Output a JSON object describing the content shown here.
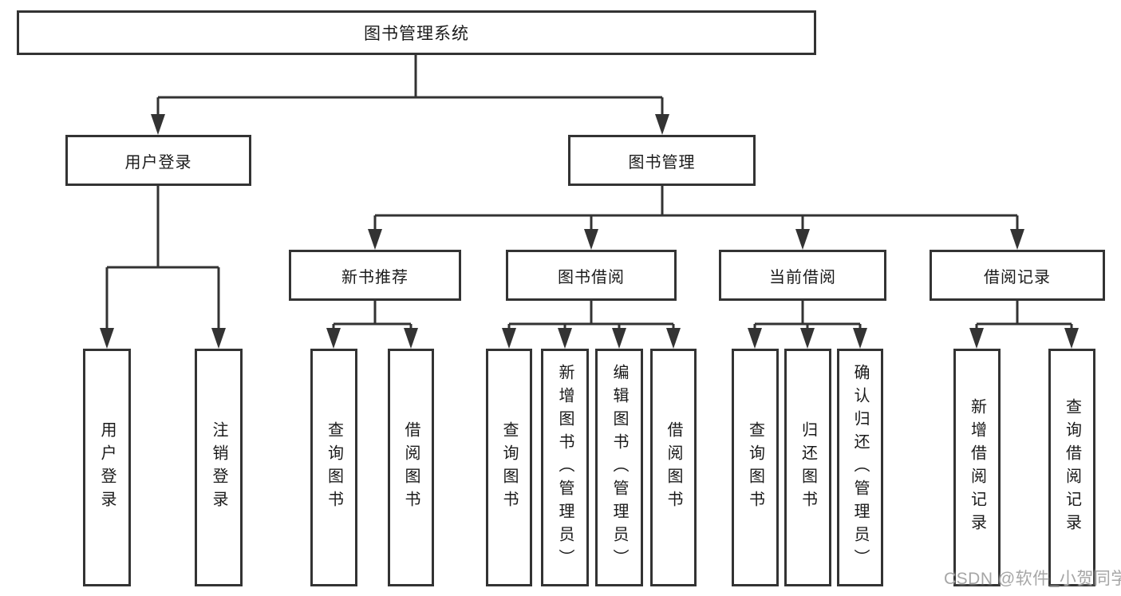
{
  "root": {
    "label": "图书管理系统"
  },
  "level2": [
    "用户登录",
    "图书管理"
  ],
  "level3": [
    "新书推荐",
    "图书借阅",
    "当前借阅",
    "借阅记录"
  ],
  "leaves": {
    "user_login": [
      "用户登录",
      "注销登录"
    ],
    "new_book_recommend": [
      "查询图书",
      "借阅图书"
    ],
    "book_borrowing": [
      "查询图书",
      "新增图书（管理员）",
      "编辑图书（管理员）",
      "借阅图书"
    ],
    "current_borrowing": [
      "查询图书",
      "归还图书",
      "确认归还（管理员）"
    ],
    "borrowing_records": [
      "新增借阅记录",
      "查询借阅记录"
    ]
  },
  "watermark": "CSDN @软件_小贺同学",
  "colors": {
    "line": "#333333",
    "border": "#333333",
    "text": "#1a1a1a",
    "watermark": "#a6a6a6",
    "background": "#ffffff"
  }
}
